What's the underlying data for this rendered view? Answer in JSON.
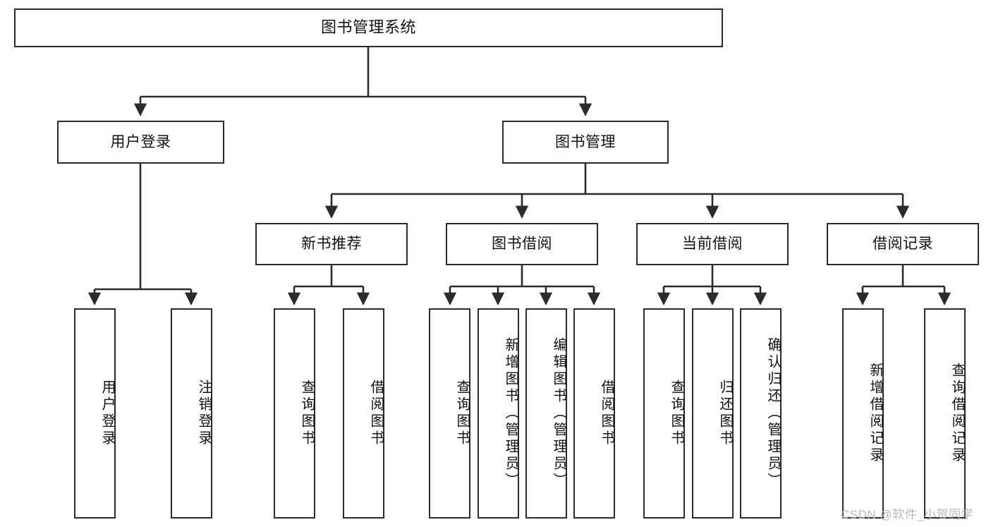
{
  "diagram": {
    "title": "图书管理系统",
    "type": "tree",
    "orientation": "top-down",
    "colors": {
      "box_border": "#2b2b2b",
      "box_fill": "#ffffff",
      "edge": "#2b2b2b",
      "text": "#111111",
      "watermark": "#b9b9b9",
      "background": "#ffffff"
    }
  },
  "watermark": {
    "text": "CSDN @软件_小贺同学"
  },
  "nodes": {
    "root": {
      "label": "图书管理系统"
    },
    "level2": [
      {
        "id": "user-login",
        "label": "用户登录"
      },
      {
        "id": "book-management",
        "label": "图书管理"
      }
    ],
    "level3": [
      {
        "id": "new-book-recommend",
        "label": "新书推荐"
      },
      {
        "id": "book-borrow",
        "label": "图书借阅"
      },
      {
        "id": "current-borrow",
        "label": "当前借阅"
      },
      {
        "id": "borrow-record",
        "label": "借阅记录"
      }
    ],
    "leaves": [
      {
        "id": "leaf-user-login",
        "parent": "user-login",
        "label": "用户登录"
      },
      {
        "id": "leaf-logout-login",
        "parent": "user-login",
        "label": "注销登录"
      },
      {
        "id": "leaf-query-book-1",
        "parent": "new-book-recommend",
        "label": "查询图书"
      },
      {
        "id": "leaf-borrow-book-1",
        "parent": "new-book-recommend",
        "label": "借阅图书"
      },
      {
        "id": "leaf-query-book-2",
        "parent": "book-borrow",
        "label": "查询图书"
      },
      {
        "id": "leaf-add-book",
        "parent": "book-borrow",
        "label": "新增图书（管理员）"
      },
      {
        "id": "leaf-edit-book",
        "parent": "book-borrow",
        "label": "编辑图书（管理员）"
      },
      {
        "id": "leaf-borrow-book-2",
        "parent": "book-borrow",
        "label": "借阅图书"
      },
      {
        "id": "leaf-query-book-3",
        "parent": "current-borrow",
        "label": "查询图书"
      },
      {
        "id": "leaf-return-book",
        "parent": "current-borrow",
        "label": "归还图书"
      },
      {
        "id": "leaf-confirm-return",
        "parent": "current-borrow",
        "label": "确认归还（管理员）"
      },
      {
        "id": "leaf-add-record",
        "parent": "borrow-record",
        "label": "新增借阅记录"
      },
      {
        "id": "leaf-query-record",
        "parent": "borrow-record",
        "label": "查询借阅记录"
      }
    ]
  }
}
